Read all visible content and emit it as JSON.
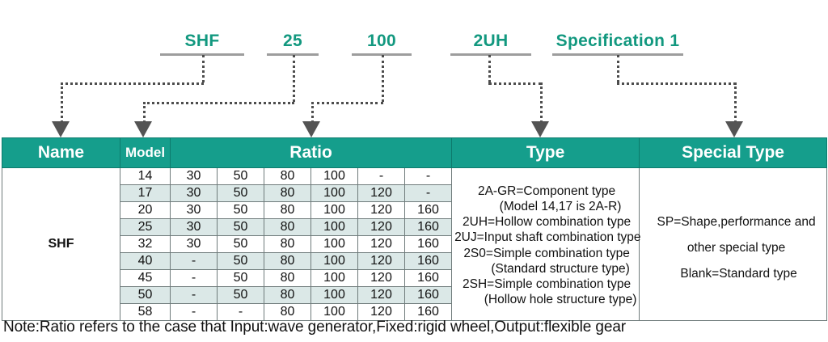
{
  "code_breakdown": {
    "items": [
      {
        "label": "SHF",
        "name": "code-part-series"
      },
      {
        "label": "25",
        "name": "code-part-model"
      },
      {
        "label": "100",
        "name": "code-part-ratio"
      },
      {
        "label": "2UH",
        "name": "code-part-type"
      },
      {
        "label": "Specification 1",
        "name": "code-part-special-type"
      }
    ]
  },
  "table": {
    "headers": {
      "name": "Name",
      "model": "Model",
      "ratio": "Ratio",
      "type": "Type",
      "special_type": "Special Type"
    },
    "name_value": "SHF",
    "rows": [
      {
        "model": "14",
        "ratios": [
          "30",
          "50",
          "80",
          "100",
          "-",
          "-"
        ]
      },
      {
        "model": "17",
        "ratios": [
          "30",
          "50",
          "80",
          "100",
          "120",
          "-"
        ]
      },
      {
        "model": "20",
        "ratios": [
          "30",
          "50",
          "80",
          "100",
          "120",
          "160"
        ]
      },
      {
        "model": "25",
        "ratios": [
          "30",
          "50",
          "80",
          "100",
          "120",
          "160"
        ]
      },
      {
        "model": "32",
        "ratios": [
          "30",
          "50",
          "80",
          "100",
          "120",
          "160"
        ]
      },
      {
        "model": "40",
        "ratios": [
          "-",
          "50",
          "80",
          "100",
          "120",
          "160"
        ]
      },
      {
        "model": "45",
        "ratios": [
          "-",
          "50",
          "80",
          "100",
          "120",
          "160"
        ]
      },
      {
        "model": "50",
        "ratios": [
          "-",
          "50",
          "80",
          "100",
          "120",
          "160"
        ]
      },
      {
        "model": "58",
        "ratios": [
          "-",
          "-",
          "80",
          "100",
          "120",
          "160"
        ]
      }
    ],
    "type_lines": [
      {
        "text": "2A-GR=Component type",
        "indent": false
      },
      {
        "text": "(Model 14,17 is 2A-R)",
        "indent": true
      },
      {
        "text": "2UH=Hollow combination type",
        "indent": false
      },
      {
        "text": "2UJ=Input shaft combination type",
        "indent": false
      },
      {
        "text": "2S0=Simple combination type",
        "indent": false
      },
      {
        "text": "(Standard structure type)",
        "indent": true
      },
      {
        "text": "2SH=Simple combination type",
        "indent": false
      },
      {
        "text": "(Hollow hole structure type)",
        "indent": true
      }
    ],
    "special_type_lines": [
      {
        "text": "SP=Shape,performance and",
        "gap": false
      },
      {
        "text": "other special type",
        "gap": false
      },
      {
        "text": "Blank=Standard type",
        "gap": true
      }
    ]
  },
  "note": "Note:Ratio refers to the case that Input:wave generator,Fixed:rigid wheel,Output:flexible gear",
  "colors": {
    "header_teal": "#159e8c",
    "label_green": "#12987f",
    "row_tint": "#dbe8e7",
    "connector_gray": "#4d4d4d",
    "rule_gray": "#9d9d9d"
  }
}
